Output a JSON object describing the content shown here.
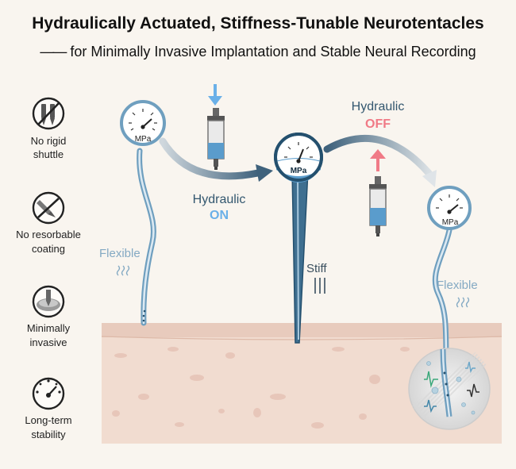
{
  "title": "Hydraulically Actuated, Stiffness-Tunable Neurotentacles",
  "subtitle": {
    "dash": "——",
    "text": "for Minimally Invasive Implantation and Stable Neural Recording"
  },
  "features": [
    {
      "lines": [
        "No rigid",
        "shuttle"
      ],
      "icon": "no-shuttle-icon"
    },
    {
      "lines": [
        "No resorbable",
        "coating"
      ],
      "icon": "no-coating-icon"
    },
    {
      "lines": [
        "Minimally",
        "invasive"
      ],
      "icon": "minimally-invasive-icon"
    },
    {
      "lines": [
        "Long-term",
        "stability"
      ],
      "icon": "gauge-icon"
    }
  ],
  "gauge_unit": "MPa",
  "states": {
    "left_label": "Flexible",
    "middle_label": "Stiff",
    "right_label": "Flexible",
    "on": {
      "word": "Hydraulic",
      "state": "ON"
    },
    "off": {
      "word": "Hydraulic",
      "state": "OFF"
    }
  },
  "colors": {
    "probe_blue": "#6f9fbf",
    "dark_blue": "#24506e",
    "fluid": "#5a9ccc",
    "on_blue": "#6ab0e8",
    "off_pink": "#f07a86",
    "tissue": "#f1dcd0",
    "tissue_dot": "#e9c9bd"
  }
}
